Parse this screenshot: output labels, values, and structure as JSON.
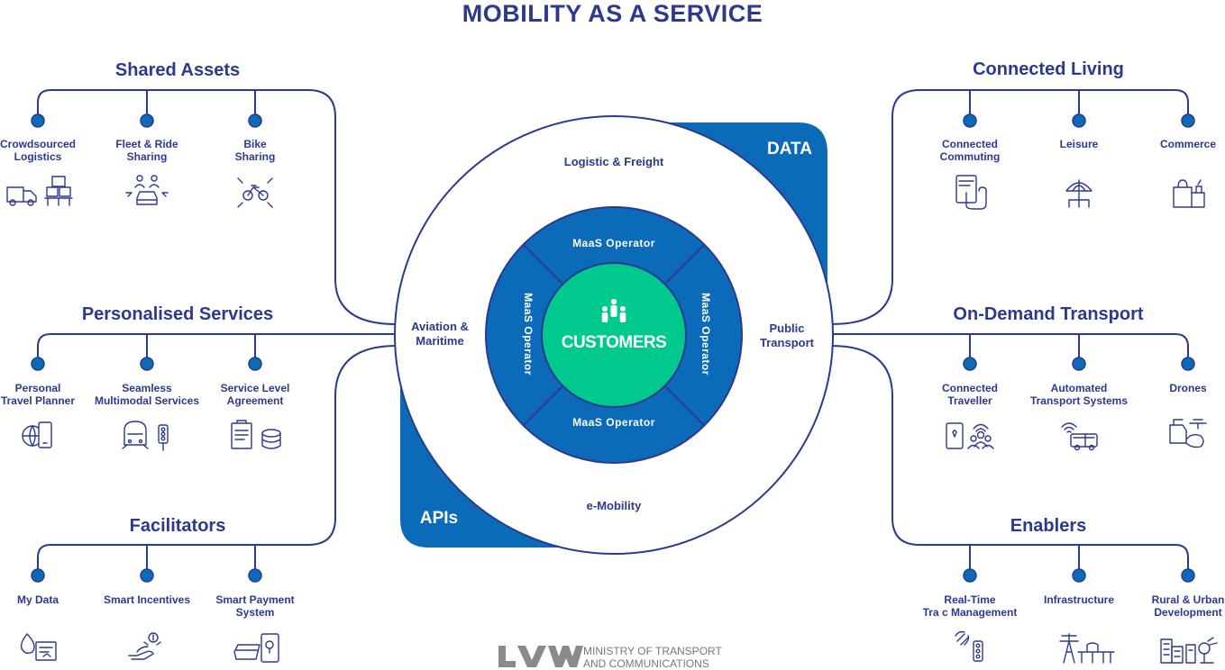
{
  "title": "MOBILITY AS A SERVICE",
  "center": {
    "label": "CUSTOMERS",
    "operators": [
      "MaaS Operator",
      "MaaS Operator",
      "MaaS Operator",
      "MaaS Operator"
    ]
  },
  "ring": {
    "top": "Logistic & Freight",
    "left": "Aviation &\nMaritime",
    "right": "Public\nTransport",
    "bottom": "e-Mobility"
  },
  "corners": {
    "data": "DATA",
    "apis": "APIs"
  },
  "sections": {
    "shared_assets": {
      "title": "Shared Assets",
      "items": [
        {
          "label": "Crowdsourced\nLogistics",
          "icon": "truck-boxes-icon"
        },
        {
          "label": "Fleet & Ride\nSharing",
          "icon": "car-people-icon"
        },
        {
          "label": "Bike\nSharing",
          "icon": "bike-icon"
        }
      ]
    },
    "personalised_services": {
      "title": "Personalised Services",
      "items": [
        {
          "label": "Personal\nTravel Planner",
          "icon": "globe-phone-icon"
        },
        {
          "label": "Seamless\nMultimodal Services",
          "icon": "train-traffic-light-icon"
        },
        {
          "label": "Service Level\nAgreement",
          "icon": "clipboard-database-icon"
        }
      ]
    },
    "facilitators": {
      "title": "Facilitators",
      "items": [
        {
          "label": "My Data",
          "icon": "data-icon"
        },
        {
          "label": "Smart Incentives",
          "icon": "hand-coin-icon"
        },
        {
          "label": "Smart Payment\nSystem",
          "icon": "card-phone-icon"
        }
      ]
    },
    "connected_living": {
      "title": "Connected Living",
      "items": [
        {
          "label": "Connected\nCommuting",
          "icon": "phone-hand-icon"
        },
        {
          "label": "Leisure",
          "icon": "umbrella-icon"
        },
        {
          "label": "Commerce",
          "icon": "shopping-bags-icon"
        }
      ]
    },
    "on_demand_transport": {
      "title": "On-Demand Transport",
      "items": [
        {
          "label": "Connected\nTraveller",
          "icon": "phone-people-icon"
        },
        {
          "label": "Automated\nTransport Systems",
          "icon": "autonomous-bus-icon"
        },
        {
          "label": "Drones",
          "icon": "drone-icon"
        }
      ]
    },
    "enablers": {
      "title": "Enablers",
      "items": [
        {
          "label": "Real-Time\nTra   c Management",
          "icon": "traffic-light-icon"
        },
        {
          "label": "Infrastructure",
          "icon": "power-bridge-icon"
        },
        {
          "label": "Rural & Urban\nDevelopment",
          "icon": "buildings-icon"
        }
      ]
    }
  },
  "logo": {
    "mark": "LVM",
    "line1": "MINISTRY OF TRANSPORT",
    "line2": "AND COMMUNICATIONS"
  },
  "colors": {
    "navy": "#2b3990",
    "blue": "#0b6bb8",
    "green": "#00c98d",
    "grey": "#777777"
  }
}
